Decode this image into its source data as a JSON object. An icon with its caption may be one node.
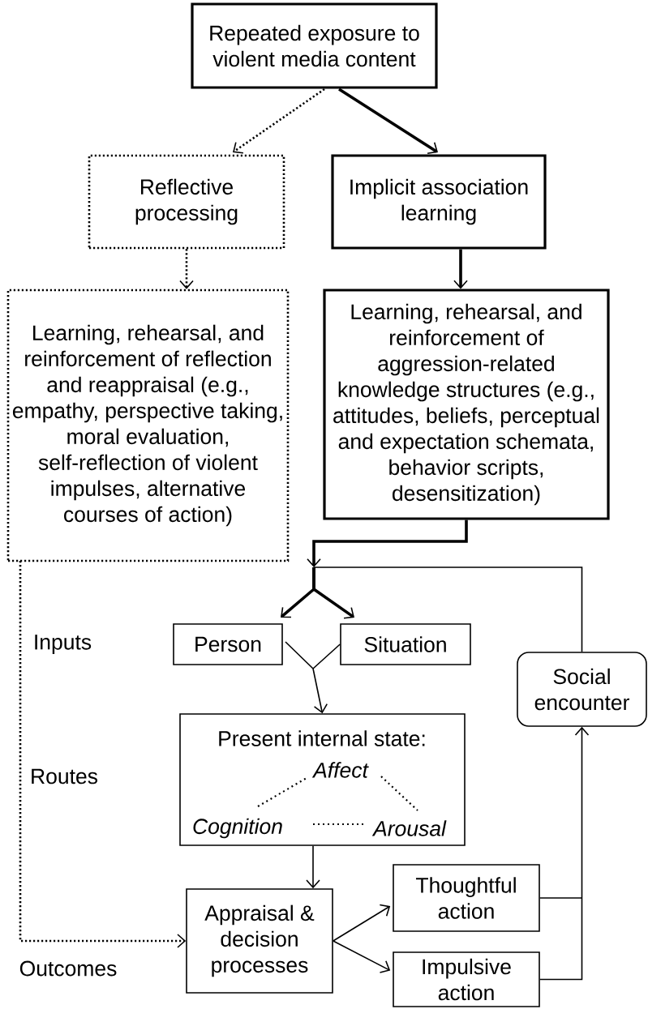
{
  "diagram": {
    "nodes": [
      {
        "text": [
          "Repeated exposure to violent media content"
        ]
      },
      {
        "text": [
          "Reflective processing"
        ]
      },
      {
        "text": [
          "Implicit association learning"
        ]
      },
      {
        "text": [
          "Learning, rehearsal, and reinforcement of reflection and reappraisal (e.g., empathy, perspective taking, moral evaluation, self-reflection of violent impulses, alternative courses of action)"
        ]
      },
      {
        "text": [
          "Learning, rehearsal, and reinforcement of aggression-related knowledge structures (e.g., attitudes, beliefs, perceptual and expectation schemata, behavior scripts, desensitization)"
        ]
      },
      {
        "text": [
          "Person"
        ]
      },
      {
        "text": [
          "Situation"
        ]
      },
      {
        "text": [
          "Social encounter"
        ]
      },
      {
        "text": [
          "Present internal state:",
          "Affect",
          "Cognition",
          "Arousal"
        ]
      },
      {
        "text": [
          "Appraisal & decision processes"
        ]
      },
      {
        "text": [
          "Thoughtful action"
        ]
      },
      {
        "text": [
          "Impulsive action"
        ]
      }
    ],
    "edges": [
      {
        "from": 0,
        "to": 1,
        "arrow": "to",
        "style": "dashed"
      },
      {
        "from": 0,
        "to": 2,
        "arrow": "to",
        "style": "thick"
      },
      {
        "from": 1,
        "to": 3,
        "arrow": "to",
        "style": "dashed"
      },
      {
        "from": 2,
        "to": 4,
        "arrow": "to",
        "style": "thick"
      },
      {
        "from": 3,
        "to": 9,
        "arrow": "to",
        "style": "dashed"
      },
      {
        "from": 4,
        "to": 5,
        "arrow": "to",
        "style": "thick"
      },
      {
        "from": 4,
        "to": 6,
        "arrow": "to",
        "style": "thick"
      },
      {
        "from": 7,
        "to": 5,
        "arrow": "to"
      },
      {
        "from": 7,
        "to": 6,
        "arrow": "to"
      },
      {
        "from": 5,
        "to": 8,
        "arrow": "to"
      },
      {
        "from": 6,
        "to": 8,
        "arrow": "to"
      },
      {
        "from": 8,
        "to": 9,
        "arrow": "to"
      },
      {
        "from": 9,
        "to": 10,
        "arrow": "to"
      },
      {
        "from": 9,
        "to": 11,
        "arrow": "to"
      },
      {
        "from": 10,
        "to": 7,
        "arrow": "to"
      },
      {
        "from": 11,
        "to": 7,
        "arrow": "to"
      }
    ],
    "labels": [
      "Inputs",
      "Routes",
      "Outcomes"
    ]
  }
}
